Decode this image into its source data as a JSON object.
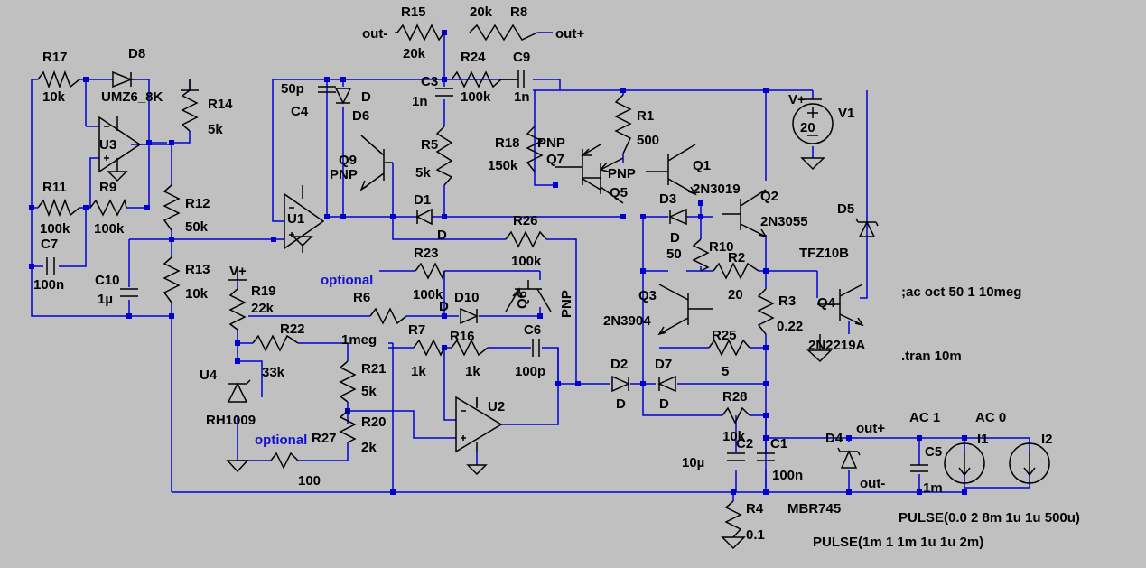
{
  "labels": {
    "R15": "R15",
    "R15v": "20k",
    "R8": "R8",
    "R8v": "20k",
    "outm_top": "out-",
    "outp_top": "out+",
    "R17": "R17",
    "R17v": "10k",
    "D8": "D8",
    "D8v": "UMZ6_8K",
    "R14": "R14",
    "R14v": "5k",
    "U3": "U3",
    "R11": "R11",
    "R11v": "100k",
    "R9": "R9",
    "R9v": "100k",
    "C7": "C7",
    "C7v": "100n",
    "R12": "R12",
    "R12v": "50k",
    "C10": "C10",
    "C10v": "1µ",
    "R13": "R13",
    "R13v": "10k",
    "C4v": "50p",
    "C4": "C4",
    "D6t": "D",
    "D6": "D6",
    "Q9": "Q9",
    "Q9v": "PNP",
    "U1": "U1",
    "C3": "C3",
    "C3v": "1n",
    "R24": "R24",
    "R24v": "100k",
    "C9": "C9",
    "C9v": "1n",
    "R5": "R5",
    "R5v": "5k",
    "D1": "D1",
    "D1v": "D",
    "R18": "R18",
    "R18v": "150k",
    "Q7t": "PNP",
    "Q7": "Q7",
    "R1": "R1",
    "R1v": "500",
    "Q5t": "PNP",
    "Q5": "Q5",
    "Q1": "Q1",
    "Q1v": "2N3019",
    "Q2": "Q2",
    "Q2v": "2N3055",
    "V1": "V1",
    "V1v": "20",
    "D5": "D5",
    "D5v": "TFZ10B",
    "D3": "D3",
    "D3v": "D",
    "R10": "R10",
    "R10v": "50",
    "R2": "R2",
    "R2v": "20",
    "R26": "R26",
    "R26v": "100k",
    "R23": "R23",
    "R23v": "100k",
    "D10": "D10",
    "D10v": "D",
    "Q6": "Q6",
    "Q6v": "PNP",
    "opt1": "optional",
    "R6": "R6",
    "R6v": "1meg",
    "R19": "R19",
    "R19v": "22k",
    "R22": "R22",
    "R22v": "33k",
    "U4": "U4",
    "U4v": "RH1009",
    "R7": "R7",
    "R7v": "1k",
    "R16": "R16",
    "R16v": "1k",
    "C6": "C6",
    "C6v": "100p",
    "R21": "R21",
    "R21v": "5k",
    "R20": "R20",
    "R20v": "2k",
    "U2": "U2",
    "opt2": "optional",
    "R27": "R27",
    "R27v": "100",
    "Q3": "Q3",
    "Q3v": "2N3904",
    "R3": "R3",
    "R3v": "0.22",
    "Q4": "Q4",
    "Q4v": "2N2219A",
    "R25": "R25",
    "R25v": "5",
    "D2": "D2",
    "D2v": "D",
    "D7": "D7",
    "D7v": "D",
    "R28": "R28",
    "R28v": "10k",
    "C2": "C2",
    "C2v": "10µ",
    "C1": "C1",
    "C1v": "100n",
    "D4": "D4",
    "D4v": "MBR745",
    "outp_bot": "out+",
    "outm_bot": "out-",
    "C5": "C5",
    "C5v": "1m",
    "I1": "I1",
    "I1v": "AC 1",
    "I2": "I2",
    "I2v": "AC 0",
    "R4": "R4",
    "R4v": "0.1",
    "ac_dir": ";ac oct 50 1 10meg",
    "tran_dir": ".tran 10m",
    "pulse1": "PULSE(0.0 2 8m 1u 1u 500u)",
    "pulse2": "PULSE(1m 1 1m 1u 1u 2m)",
    "vplus": "V+"
  }
}
